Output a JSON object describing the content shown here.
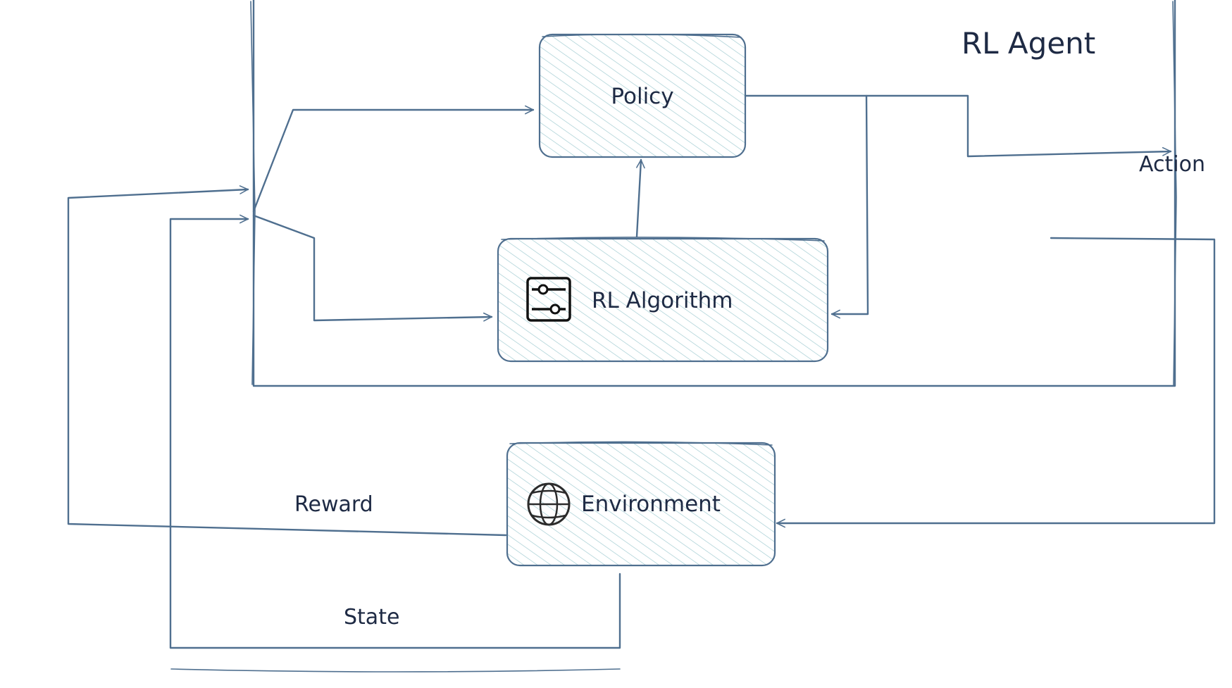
{
  "diagram": {
    "title": "RL Agent",
    "nodes": {
      "policy": {
        "label": "Policy"
      },
      "rl_algorithm": {
        "label": "RL Algorithm",
        "icon": "sliders-icon"
      },
      "environment": {
        "label": "Environment",
        "icon": "globe-icon"
      }
    },
    "edges": {
      "action": {
        "label": "Action"
      },
      "reward": {
        "label": "Reward"
      },
      "state": {
        "label": "State"
      }
    },
    "colors": {
      "stroke": "#4f6f8f",
      "hatch": "#9cc9cf",
      "text": "#1e2a44",
      "background": "#ffffff"
    }
  }
}
